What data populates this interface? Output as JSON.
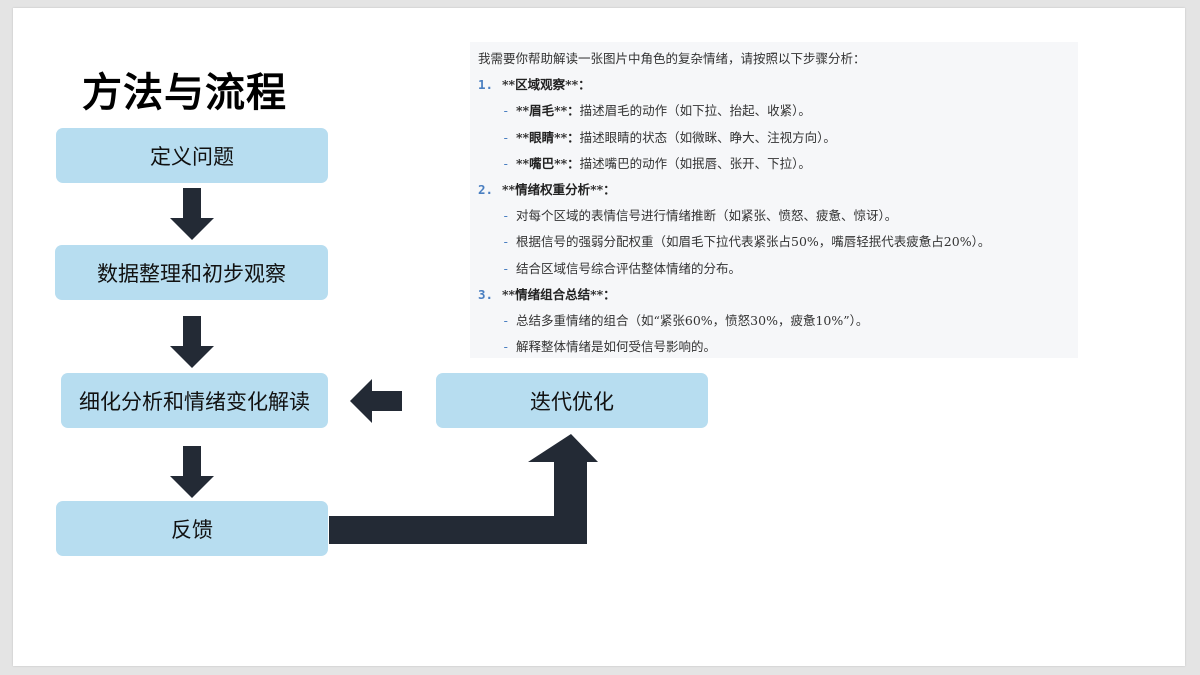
{
  "title": "方法与流程",
  "flow": {
    "step1": "定义问题",
    "step2": "数据整理和初步观察",
    "step3": "细化分析和情绪变化解读",
    "step4": "反馈",
    "iterate": "迭代优化"
  },
  "prompt": {
    "intro": "我需要你帮助解读一张图片中角色的复杂情绪，请按照以下步骤分析：",
    "sections": [
      {
        "num": "1.",
        "heading": "**区域观察**：",
        "items": [
          {
            "label": "**眉毛**：",
            "text": "描述眉毛的动作（如下拉、抬起、收紧）。"
          },
          {
            "label": "**眼睛**：",
            "text": "描述眼睛的状态（如微眯、睁大、注视方向）。"
          },
          {
            "label": "**嘴巴**：",
            "text": "描述嘴巴的动作（如抿唇、张开、下拉）。"
          }
        ]
      },
      {
        "num": "2.",
        "heading": "**情绪权重分析**：",
        "items": [
          {
            "label": "",
            "text": "对每个区域的表情信号进行情绪推断（如紧张、愤怒、疲惫、惊讶）。"
          },
          {
            "label": "",
            "text": "根据信号的强弱分配权重（如眉毛下拉代表紧张占50%，嘴唇轻抿代表疲惫占20%）。"
          },
          {
            "label": "",
            "text": "结合区域信号综合评估整体情绪的分布。"
          }
        ]
      },
      {
        "num": "3.",
        "heading": "**情绪组合总结**：",
        "items": [
          {
            "label": "",
            "text": "总结多重情绪的组合（如“紧张60%，愤怒30%，疲惫10%”）。"
          },
          {
            "label": "",
            "text": "解释整体情绪是如何受信号影响的。"
          }
        ]
      }
    ]
  },
  "colors": {
    "box_fill": "#b7ddf0",
    "arrow_fill": "#232a35",
    "panel_bg": "#f6f7f9",
    "list_marker": "#4a7fc1"
  },
  "icons": {
    "down_arrow": "down-arrow-icon",
    "left_arrow": "left-arrow-icon",
    "elbow_arrow": "elbow-up-arrow-icon"
  }
}
